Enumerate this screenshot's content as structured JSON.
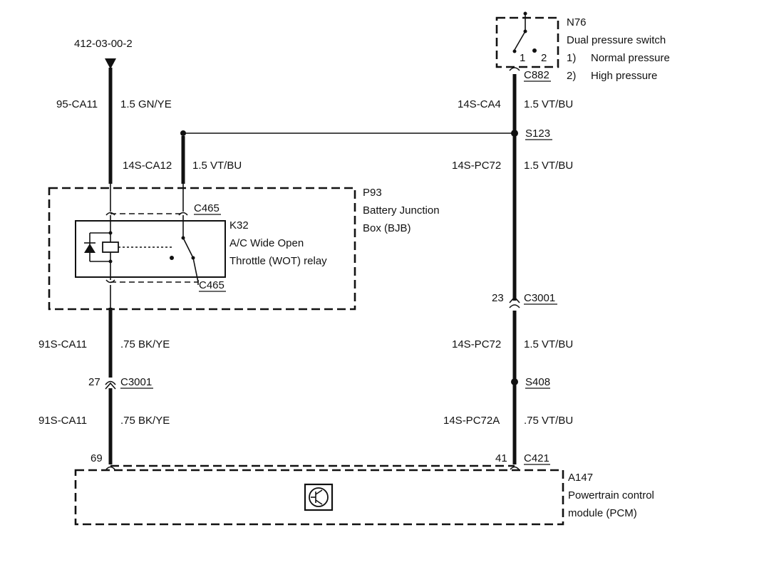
{
  "reference": "412-03-00-2",
  "left_circuit": {
    "upper": {
      "circuit": "95-CA11",
      "spec": "1.5 GN/YE"
    },
    "branch": {
      "circuit": "14S-CA12",
      "spec": "1.5 VT/BU"
    },
    "lower1": {
      "circuit": "91S-CA11",
      "spec": ".75 BK/YE"
    },
    "lower2": {
      "circuit": "91S-CA11",
      "spec": ".75 BK/YE"
    },
    "c3001_pin": "27",
    "c3001_label": "C3001",
    "pcm_pin": "69"
  },
  "right_circuit": {
    "ca4": {
      "circuit": "14S-CA4",
      "spec": "1.5 VT/BU"
    },
    "pc72_upper": {
      "circuit": "14S-PC72",
      "spec": "1.5 VT/BU"
    },
    "pc72_lower": {
      "circuit": "14S-PC72",
      "spec": "1.5 VT/BU"
    },
    "pc72a": {
      "circuit": "14S-PC72A",
      "spec": ".75 VT/BU"
    },
    "c882": "C882",
    "s123": "S123",
    "c3001_pin": "23",
    "c3001_label": "C3001",
    "s408": "S408",
    "pcm_pin": "41",
    "c421": "C421"
  },
  "switch": {
    "id": "N76",
    "name": "Dual pressure switch",
    "pin1": "1",
    "pin2": "2",
    "legend": [
      {
        "num": "1)",
        "text": "Normal pressure"
      },
      {
        "num": "2)",
        "text": "High pressure"
      }
    ]
  },
  "junction_box": {
    "id": "P93",
    "line1": "Battery Junction",
    "line2": "Box (BJB)",
    "c465_top": "C465",
    "c465_bottom": "C465"
  },
  "relay": {
    "id": "K32",
    "line1": "A/C Wide Open",
    "line2": "Throttle (WOT) relay"
  },
  "pcm": {
    "id": "A147",
    "line1": "Powertrain control",
    "line2": "module (PCM)"
  }
}
